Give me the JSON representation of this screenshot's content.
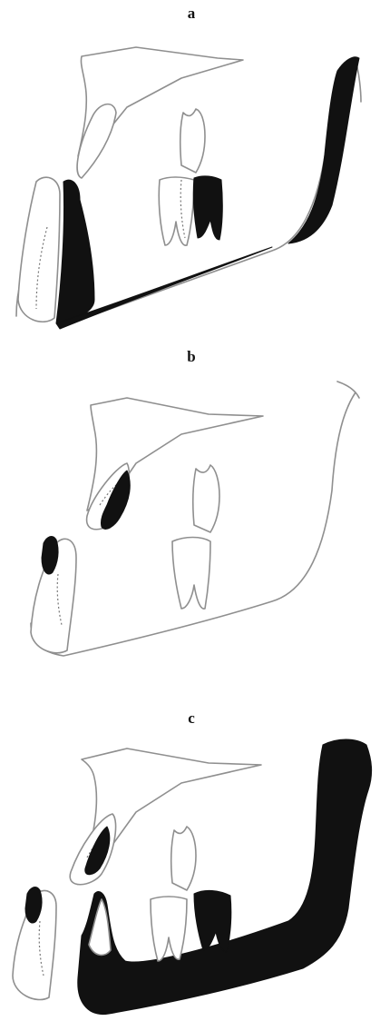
{
  "labels": {
    "a": "a",
    "b": "b",
    "c": "c"
  },
  "colors": {
    "outline": "#8f8f8f",
    "highlight": "#111111",
    "background": "#ffffff"
  }
}
